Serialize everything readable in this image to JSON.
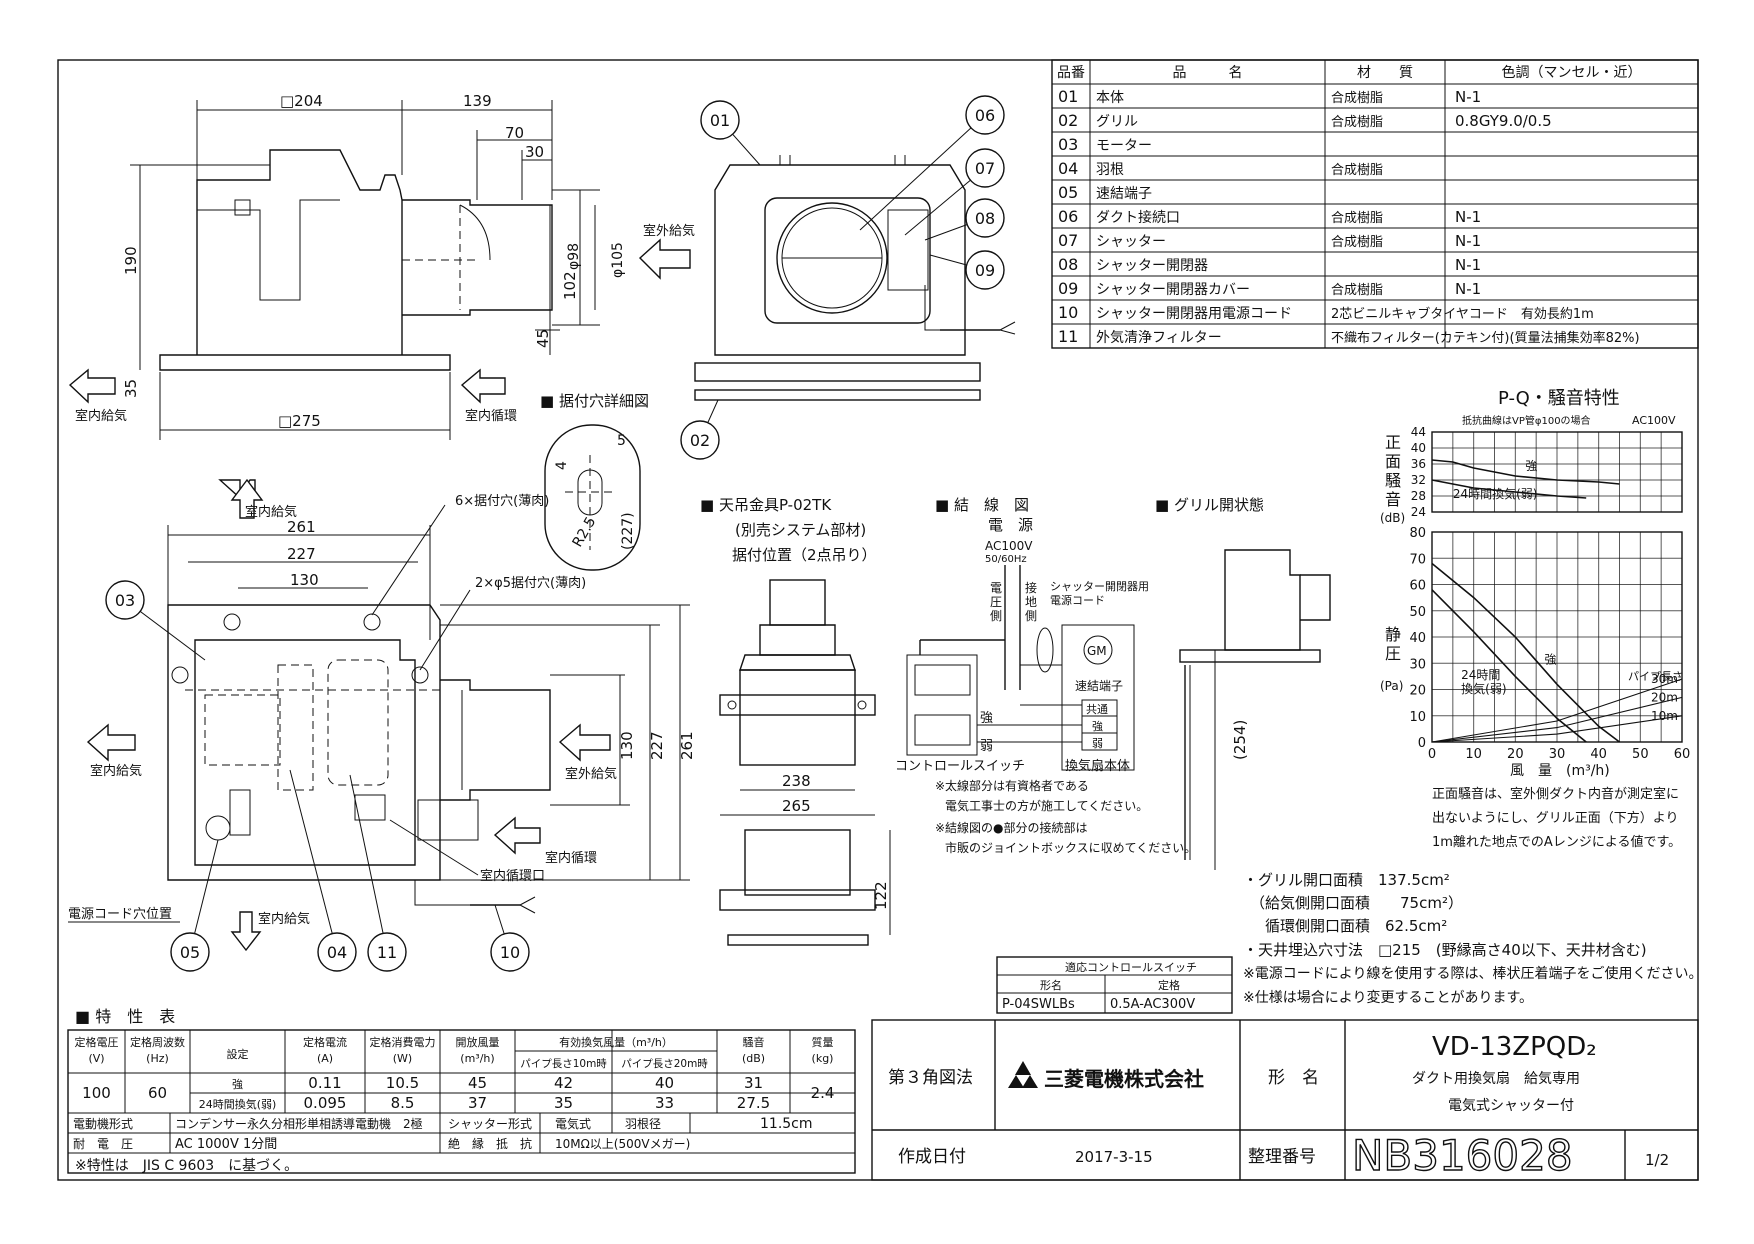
{
  "parts_table": {
    "headers": [
      "品番",
      "品　　　名",
      "材　　質",
      "色調（マンセル・近）"
    ],
    "rows": [
      [
        "01",
        "本体",
        "合成樹脂",
        "N-1"
      ],
      [
        "02",
        "グリル",
        "合成樹脂",
        "0.8GY9.0/0.5"
      ],
      [
        "03",
        "モーター",
        "",
        ""
      ],
      [
        "04",
        "羽根",
        "合成樹脂",
        ""
      ],
      [
        "05",
        "速結端子",
        "",
        ""
      ],
      [
        "06",
        "ダクト接続口",
        "合成樹脂",
        "N-1"
      ],
      [
        "07",
        "シャッター",
        "合成樹脂",
        "N-1"
      ],
      [
        "08",
        "シャッター開閉器",
        "",
        "N-1"
      ],
      [
        "09",
        "シャッター開閉器カバー",
        "合成樹脂",
        "N-1"
      ],
      [
        "10",
        "シャッター開閉器用電源コード",
        "2芯ビニルキャブタイヤコード　有効長約1m",
        ""
      ],
      [
        "11",
        "外気清浄フィルター",
        "不織布フィルター(カテキン付)(質量法捕集効率82%)",
        ""
      ]
    ]
  },
  "drawing_labels": {
    "dim_204": "□204",
    "dim_139": "139",
    "dim_70": "70",
    "dim_30": "30",
    "dim_190": "190",
    "dim_102": "102",
    "dim_45": "45",
    "dim_35": "35",
    "dim_275": "□275",
    "dim_phi98": "φ98",
    "dim_phi105": "φ105",
    "outdoor_supply": "室外給気",
    "indoor_supply": "室内給気",
    "indoor_circ": "室内循環",
    "indoor_circ_port": "室内循環口",
    "mount_hole_detail": "■ 据付穴詳細図",
    "hole_5": "5",
    "hole_4": "4",
    "hole_r25": "R2.5",
    "hole_227": "(227)",
    "dim_261": "261",
    "dim_227": "227",
    "dim_130": "130",
    "mount_holes_6": "6×据付穴(薄肉)",
    "mount_holes_2": "2×φ5据付穴(薄肉)",
    "dim_130v": "130",
    "dim_227v": "227",
    "dim_261v": "261",
    "power_cord_hole": "電源コード穴位置",
    "callouts": [
      "01",
      "02",
      "03",
      "04",
      "05",
      "06",
      "07",
      "08",
      "09",
      "10",
      "11"
    ]
  },
  "hanger": {
    "title": "■ 天吊金具P-02TK",
    "sub1": "(別売システム部材)",
    "sub2": "据付位置（2点吊り）",
    "dim_238": "238",
    "dim_265": "265",
    "dim_122": "122"
  },
  "wiring": {
    "title": "■ 結　線　図",
    "power": "電　源",
    "ac": "AC100V",
    "hz": "50/60Hz",
    "voltage_side": "電\n圧\n側",
    "ground_side": "接\n地\n側",
    "shutter_cord": "シャッター開閉器用\n電源コード",
    "gm": "GM",
    "terminal": "速結端子",
    "common": "共通",
    "strong": "強",
    "weak": "弱",
    "strong_l": "強",
    "weak_l": "弱",
    "control_switch": "コントロールスイッチ",
    "fan_body": "換気扇本体",
    "note1": "※太線部分は有資格者である",
    "note2": "電気工事士の方が施工してください。",
    "note3": "※結線図の●部分の接続部は",
    "note4": "市販のジョイントボックスに収めてください。"
  },
  "grille_open": {
    "title": "■ グリル開状態",
    "dim_254": "(254)"
  },
  "chart_data": {
    "type": "line",
    "title": "P-Q・騒音特性",
    "note": "抵抗曲線はVP管φ100の場合",
    "power": "AC100V",
    "noise": {
      "ylabel": "正\n面\n騒\n音",
      "unit": "(dB)",
      "yticks": [
        24,
        28,
        32,
        36,
        40,
        44
      ],
      "ylim": [
        24,
        44
      ],
      "series": [
        {
          "name": "強",
          "x": [
            0,
            5,
            10,
            15,
            20,
            30,
            40,
            45
          ],
          "y": [
            37,
            36.5,
            35,
            34,
            33,
            32,
            31.5,
            31
          ]
        },
        {
          "name": "24時間換気(弱)",
          "x": [
            0,
            5,
            10,
            15,
            20,
            30,
            37
          ],
          "y": [
            32,
            31,
            30,
            29.5,
            29,
            28,
            27.5
          ]
        }
      ]
    },
    "pq": {
      "ylabel": "静\n圧",
      "unit": "(Pa)",
      "yticks": [
        0,
        10,
        20,
        30,
        40,
        50,
        60,
        70,
        80
      ],
      "ylim": [
        0,
        80
      ],
      "xticks": [
        0,
        10,
        20,
        30,
        40,
        50,
        60
      ],
      "xlim": [
        0,
        60
      ],
      "xlabel": "風　量　(m³/h)",
      "series": [
        {
          "name": "強",
          "x": [
            0,
            10,
            20,
            30,
            40,
            45
          ],
          "y": [
            68,
            55,
            40,
            22,
            6,
            0
          ]
        },
        {
          "name": "24時間\n換気(弱)",
          "x": [
            0,
            10,
            20,
            30,
            37
          ],
          "y": [
            58,
            42,
            25,
            9,
            0
          ]
        }
      ],
      "resistance": [
        {
          "name": "30m",
          "x": [
            0,
            30,
            60
          ],
          "y": [
            0,
            8,
            24
          ]
        },
        {
          "name": "20m",
          "x": [
            0,
            30,
            60
          ],
          "y": [
            0,
            5.5,
            17
          ]
        },
        {
          "name": "10m",
          "x": [
            0,
            30,
            60
          ],
          "y": [
            0,
            3,
            10
          ]
        }
      ],
      "resistance_title": "パイプ長さ"
    }
  },
  "noise_note": [
    "正面騒音は、室外側ダクト内音が測定室に",
    "出ないようにし、グリル正面（下方）より",
    "1m離れた地点でのAレンジによる値です。"
  ],
  "specs_notes": [
    "・グリル開口面積　137.5cm²",
    "（給気側開口面積　　75cm²）",
    "　循環側開口面積　62.5cm²",
    "・天井埋込穴寸法　□215　(野縁高さ40以下、天井材含む)",
    "※電源コードにより線を使用する際は、棒状圧着端子をご使用ください。",
    "※仕様は場合により変更することがあります。"
  ],
  "control_switch": {
    "title": "適応コントロールスイッチ",
    "h1": "形名",
    "h2": "定格",
    "model": "P-04SWLBs",
    "rating": "0.5A-AC300V"
  },
  "char_table": {
    "title": "■ 特　性　表",
    "headers": [
      "定格電圧\n(V)",
      "定格周波数\n(Hz)",
      "設定",
      "定格電流\n(A)",
      "定格消費電力\n(W)",
      "開放風量\n(m³/h)",
      "有効換気風量（m³/h）",
      "騒音\n(dB)",
      "質量\n(kg)"
    ],
    "sub_headers": [
      "パイプ長さ10m時",
      "パイプ長さ20m時"
    ],
    "voltage": "100",
    "freq": "60",
    "mass": "2.4",
    "rows": [
      [
        "強",
        "0.11",
        "10.5",
        "45",
        "42",
        "40",
        "31"
      ],
      [
        "24時間換気(弱)",
        "0.095",
        "8.5",
        "37",
        "35",
        "33",
        "27.5"
      ]
    ],
    "motor_label": "電動機形式",
    "motor": "コンデンサー永久分相形単相誘導電動機　2極",
    "shutter_label": "シャッター形式",
    "shutter": "電気式",
    "blade_label": "羽根径",
    "blade": "11.5cm",
    "withstand_label": "耐　電　圧",
    "withstand": "AC 1000V 1分間",
    "insulation_label": "絶　縁　抵　抗",
    "insulation": "10MΩ以上(500Vメガー)",
    "basis": "※特性は　JIS C 9603　に基づく。"
  },
  "title_block": {
    "projection": "第３角図法",
    "company": "三菱電機株式会社",
    "model_label": "形　名",
    "model": "VD-13ZPQD₂",
    "desc1": "ダクト用換気扇　給気専用",
    "desc2": "電気式シャッター付",
    "date_label": "作成日付",
    "date": "2017-3-15",
    "number_label": "整理番号",
    "number": "NB316028",
    "page": "1/2"
  }
}
